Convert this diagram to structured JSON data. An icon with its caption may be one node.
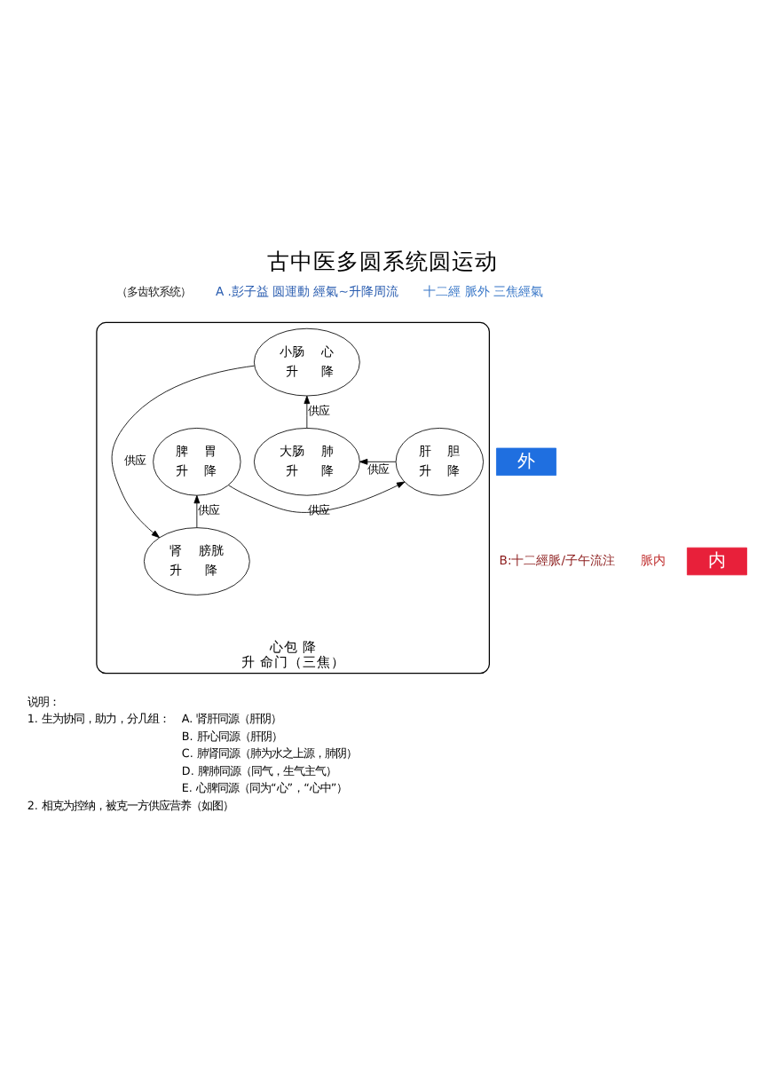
{
  "diagram": {
    "title": "古中医多圆系统圆运动",
    "nodes": [
      {
        "text": [
          "心包 降",
          "升 命门（三焦）"
        ]
      },
      {
        "text": [
          "小肠",
          "心",
          "升",
          "降"
        ],
        "in": 0
      },
      {
        "text": [
          "肝",
          "胆",
          "升",
          "降"
        ],
        "in": 0
      },
      {
        "text": [
          "脾",
          "胃",
          "升",
          "降"
        ],
        "in": 0
      },
      {
        "text": [
          "大肠",
          "肺",
          "升",
          "降"
        ],
        "in": 0
      },
      {
        "text": [
          "肾",
          "膀胱",
          "升",
          "降"
        ],
        "in": 0
      }
    ],
    "edges": [
      {
        "from": 4,
        "to": 1,
        "arrow": "to",
        "label": "供应"
      },
      {
        "from": 2,
        "to": 4,
        "arrow": "to",
        "label": "供应"
      },
      {
        "from": 3,
        "to": 2,
        "arrow": "to",
        "label": "供应"
      },
      {
        "from": 1,
        "to": 5,
        "arrow": "to",
        "label": "供应"
      },
      {
        "from": 5,
        "to": 3,
        "arrow": "to",
        "label": "供应"
      }
    ],
    "labels": [
      "（多齿软系统）",
      "A .彭子益 圆運動 經氣~升降周流",
      "十二經 脈外 三焦經氣",
      "外",
      "B:十二經脈/子午流注",
      "脈内",
      "内",
      "说明：",
      "1. 生为协同，助力，分几组：",
      "A. 肾肝同源（肝阴）",
      "B. 肝心同源（肝阴）",
      "C. 肺肾同源（肺为水之上源，肺阴）",
      "D. 脾肺同源（同气，生气主气）",
      "E. 心脾同源（同为“心”，“心中”）",
      "2. 相克为控纳，被克一方供应营养（如图）"
    ]
  }
}
